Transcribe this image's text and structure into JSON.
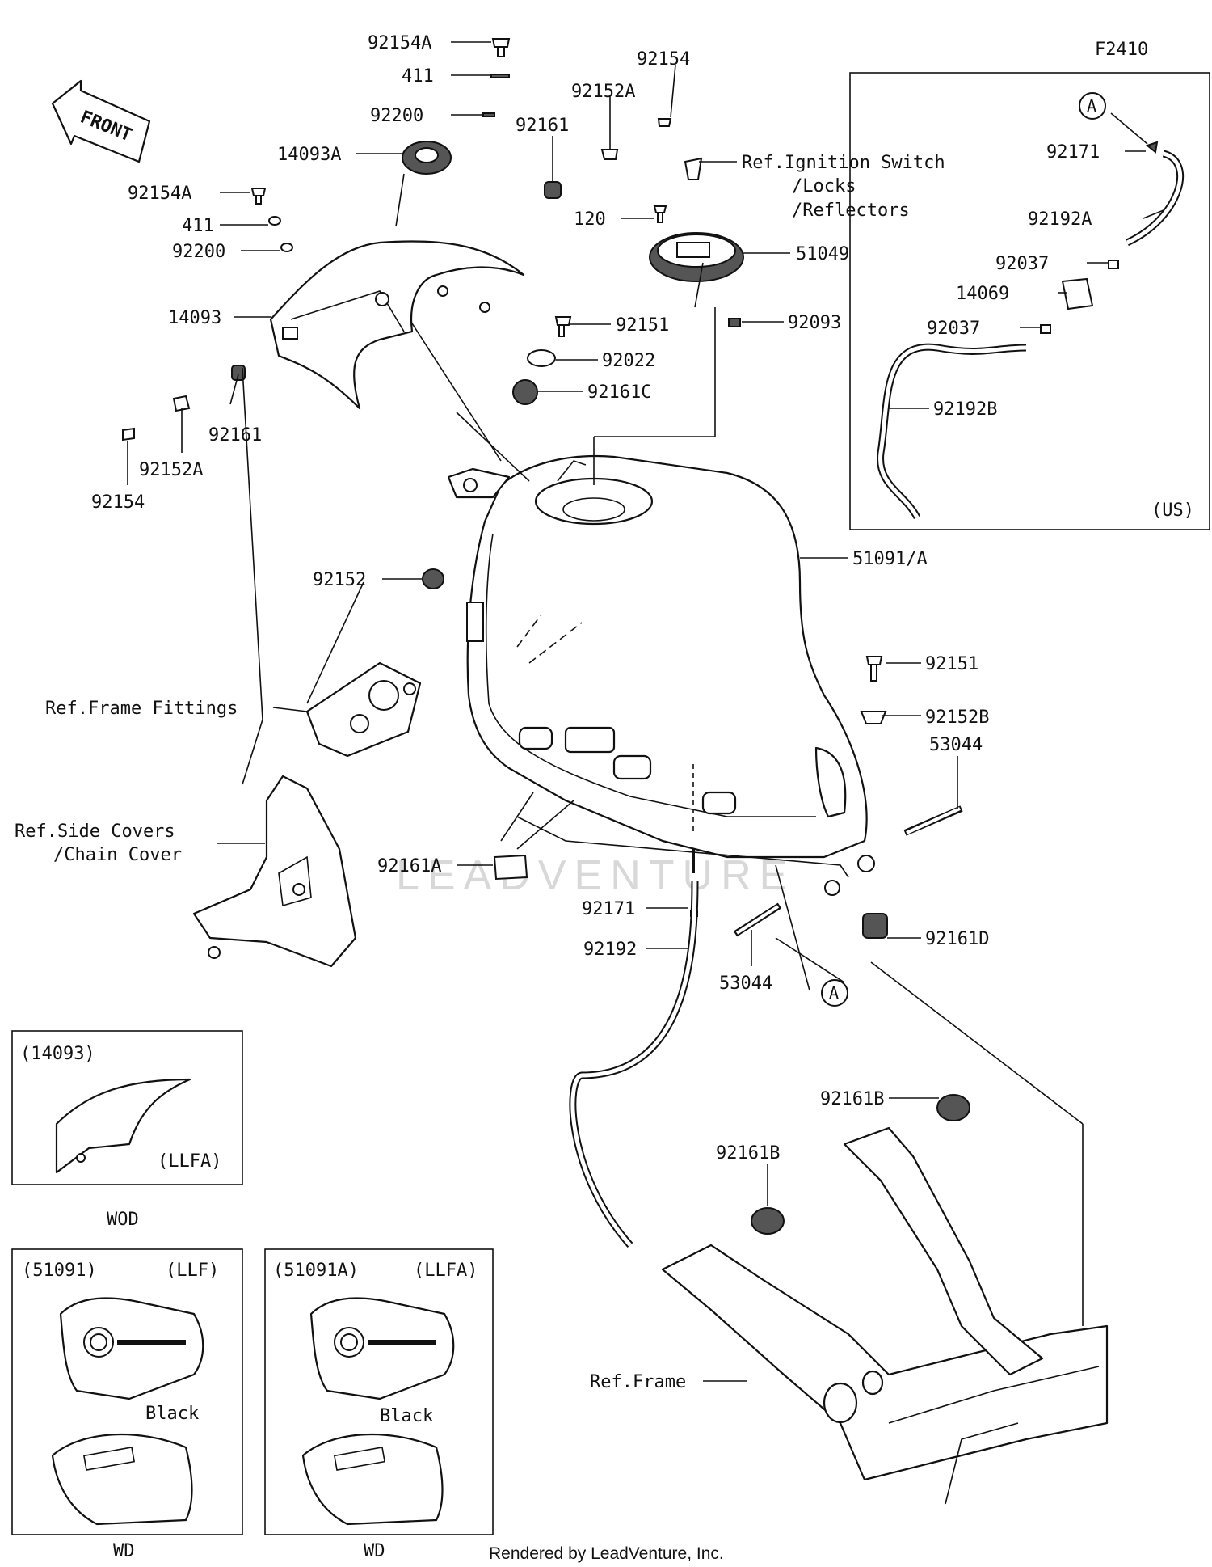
{
  "figure_code": "F2410",
  "front_label": "FRONT",
  "callout_A": "A",
  "us_box_label": "(US)",
  "footer": "Rendered by LeadVenture, Inc.",
  "watermark": "LEADVENTURE",
  "parts": {
    "p92154A_top": "92154A",
    "p411_top": "411",
    "p92200_top": "92200",
    "p14093A": "14093A",
    "p92154A_left": "92154A",
    "p411_left": "411",
    "p92200_left": "92200",
    "p14093": "14093",
    "p92161_left": "92161",
    "p92152A_left": "92152A",
    "p92154_left": "92154",
    "p92154_top": "92154",
    "p92152A_top": "92152A",
    "p92161_top": "92161",
    "p120": "120",
    "p51049": "51049",
    "p92093": "92093",
    "p92151_top": "92151",
    "p92022": "92022",
    "p92161C": "92161C",
    "p51091A": "51091/A",
    "p92152": "92152",
    "p92151_right": "92151",
    "p92152B": "92152B",
    "p53044_right": "53044",
    "p92161A": "92161A",
    "p92171_mid": "92171",
    "p92192": "92192",
    "p53044_mid": "53044",
    "p92161D": "92161D",
    "p92161B_a": "92161B",
    "p92161B_b": "92161B",
    "p92171_us": "92171",
    "p92192A": "92192A",
    "p92037_a": "92037",
    "p14069": "14069",
    "p92037_b": "92037",
    "p92192B": "92192B"
  },
  "refs": {
    "ignition_1": "Ref.Ignition Switch",
    "ignition_2": "/Locks",
    "ignition_3": "/Reflectors",
    "frame_fittings": "Ref.Frame Fittings",
    "side_covers_1": "Ref.Side Covers",
    "side_covers_2": "/Chain Cover",
    "frame": "Ref.Frame"
  },
  "insets": {
    "wod": {
      "part": "(14093)",
      "variant": "(LLFA)",
      "caption": "WOD"
    },
    "wd1": {
      "part": "(51091)",
      "variant": "(LLF)",
      "color": "Black",
      "caption": "WD"
    },
    "wd2": {
      "part": "(51091A)",
      "variant": "(LLFA)",
      "color": "Black",
      "caption": "WD"
    }
  }
}
